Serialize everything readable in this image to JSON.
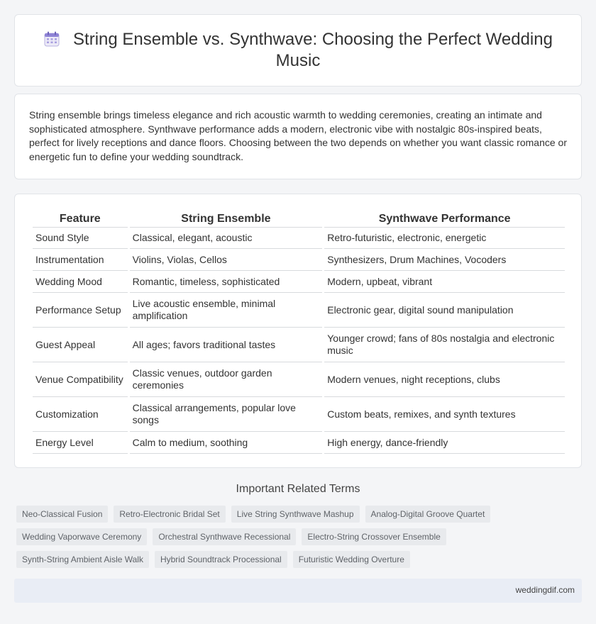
{
  "header": {
    "title": "String Ensemble vs. Synthwave: Choosing the Perfect Wedding Music",
    "icon": "calendar-icon"
  },
  "intro": {
    "text": "String ensemble brings timeless elegance and rich acoustic warmth to wedding ceremonies, creating an intimate and sophisticated atmosphere. Synthwave performance adds a modern, electronic vibe with nostalgic 80s-inspired beats, perfect for lively receptions and dance floors. Choosing between the two depends on whether you want classic romance or energetic fun to define your wedding soundtrack."
  },
  "table": {
    "headers": [
      "Feature",
      "String Ensemble",
      "Synthwave Performance"
    ],
    "rows": [
      [
        "Sound Style",
        "Classical, elegant, acoustic",
        "Retro-futuristic, electronic, energetic"
      ],
      [
        "Instrumentation",
        "Violins, Violas, Cellos",
        "Synthesizers, Drum Machines, Vocoders"
      ],
      [
        "Wedding Mood",
        "Romantic, timeless, sophisticated",
        "Modern, upbeat, vibrant"
      ],
      [
        "Performance Setup",
        "Live acoustic ensemble, minimal amplification",
        "Electronic gear, digital sound manipulation"
      ],
      [
        "Guest Appeal",
        "All ages; favors traditional tastes",
        "Younger crowd; fans of 80s nostalgia and electronic music"
      ],
      [
        "Venue Compatibility",
        "Classic venues, outdoor garden ceremonies",
        "Modern venues, night receptions, clubs"
      ],
      [
        "Customization",
        "Classical arrangements, popular love songs",
        "Custom beats, remixes, and synth textures"
      ],
      [
        "Energy Level",
        "Calm to medium, soothing",
        "High energy, dance-friendly"
      ]
    ]
  },
  "related": {
    "heading": "Important Related Terms",
    "tags": [
      "Neo-Classical Fusion",
      "Retro-Electronic Bridal Set",
      "Live String Synthwave Mashup",
      "Analog-Digital Groove Quartet",
      "Wedding Vaporwave Ceremony",
      "Orchestral Synthwave Recessional",
      "Electro-String Crossover Ensemble",
      "Synth-String Ambient Aisle Walk",
      "Hybrid Soundtrack Processional",
      "Futuristic Wedding Overture"
    ]
  },
  "footer": {
    "site": "weddingdif.com"
  }
}
